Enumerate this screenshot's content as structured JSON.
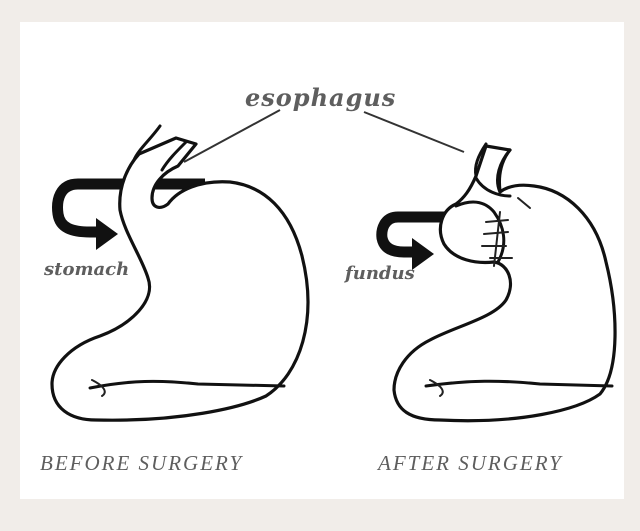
{
  "labels": {
    "esophagus": "esophagus",
    "stomach": "stomach",
    "fundus": "fundus"
  },
  "captions": {
    "before": "BEFORE SURGERY",
    "after": "AFTER SURGERY"
  },
  "colors": {
    "background": "#f1ede9",
    "panel": "#ffffff",
    "outline": "#111111",
    "label_text": "#5e5e5e"
  }
}
